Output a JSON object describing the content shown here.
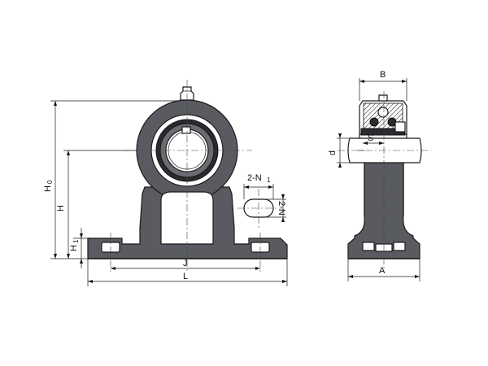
{
  "labels": {
    "H0": "H",
    "H0_sub": "0",
    "H": "H",
    "H1": "H",
    "H1_sub": "1",
    "J": "J",
    "L": "L",
    "N1": "2-N",
    "N1_sub": "1",
    "N": "2-N",
    "B": "B",
    "S": "S",
    "d": "d",
    "A": "A"
  },
  "colors": {
    "housing": "#595b61",
    "line": "#1a1a1a"
  }
}
